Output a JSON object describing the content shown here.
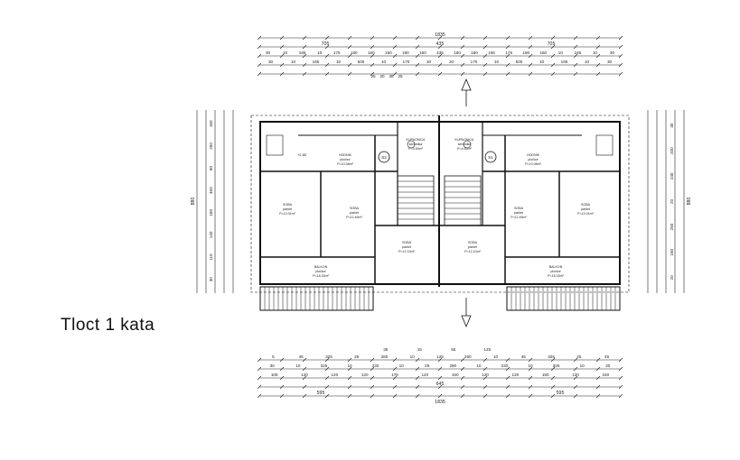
{
  "title": "Tloct 1 kata",
  "colors": {
    "line": "#222222",
    "background": "#ffffff"
  },
  "dimensions": {
    "top_overall": "1835",
    "top_half_left": "705",
    "top_center": "435",
    "top_half_right": "705",
    "top_row3": [
      "30",
      "10",
      "165",
      "10",
      "175",
      "180",
      "160",
      "150",
      "180",
      "160",
      "435",
      "160",
      "180",
      "150",
      "175",
      "180",
      "160",
      "10",
      "165",
      "10",
      "30"
    ],
    "top_row4": [
      "30",
      "10",
      "165",
      "10",
      "500",
      "10",
      "170",
      "30",
      "20",
      "170",
      "10",
      "500",
      "10",
      "165",
      "10",
      "30"
    ],
    "top_small": [
      "25",
      "20",
      "35",
      "25"
    ],
    "bottom_small": [
      "35",
      "15",
      "55",
      "125"
    ],
    "bottom_row1": [
      "5",
      "45",
      "325",
      "25",
      "280",
      "10",
      "125",
      "280",
      "10",
      "45",
      "325",
      "25",
      "45"
    ],
    "bottom_row2": [
      "30",
      "10",
      "325",
      "10",
      "230",
      "10",
      "25",
      "280",
      "10",
      "230",
      "10",
      "325",
      "10",
      "30"
    ],
    "bottom_row3": [
      "105",
      "120",
      "120",
      "120",
      "175",
      "120",
      "150",
      "120",
      "130",
      "180",
      "120",
      "160"
    ],
    "bottom_half_left": "595",
    "bottom_half_center": "645",
    "bottom_half_right": "595",
    "bottom_overall": "1835",
    "left_overall": "880",
    "left_inner": [
      "160",
      "250",
      "50",
      "450",
      "160",
      "140",
      "110",
      "30"
    ],
    "right_overall": "880",
    "right_inner": [
      "30",
      "200",
      "240",
      "20",
      "250",
      "160",
      "20"
    ]
  },
  "rooms_left": [
    {
      "name": "KUPAONICA",
      "floor": "keramika",
      "area": "P=4.50m²"
    },
    {
      "name": "HODNIK",
      "floor": "pločice",
      "area": "P=10.08m²"
    },
    {
      "name": "SOBA",
      "floor": "parket",
      "area": "P=12.01m²"
    },
    {
      "name": "SOBA",
      "floor": "parket",
      "area": "P=11.49m²"
    },
    {
      "name": "SOBA",
      "floor": "parket",
      "area": "P=12.10m²"
    },
    {
      "name": "BALKON",
      "floor": "pločice",
      "area": "P=18.33m²"
    }
  ],
  "rooms_right": [
    {
      "name": "KUPAONICA",
      "floor": "keramika",
      "area": "P=4.50m²"
    },
    {
      "name": "HODNIK",
      "floor": "pločice",
      "area": "P=10.08m²"
    },
    {
      "name": "SOBA",
      "floor": "parket",
      "area": "P=12.01m²"
    },
    {
      "name": "SOBA",
      "floor": "parket",
      "area": "P=11.49m²"
    },
    {
      "name": "SOBA",
      "floor": "parket",
      "area": "P=12.10m²"
    },
    {
      "name": "BALKON",
      "floor": "pločice",
      "area": "P=18.33m²"
    }
  ],
  "markers": {
    "stair_left": "S2",
    "stair_right": "S1",
    "level_tag": "+2.85"
  }
}
